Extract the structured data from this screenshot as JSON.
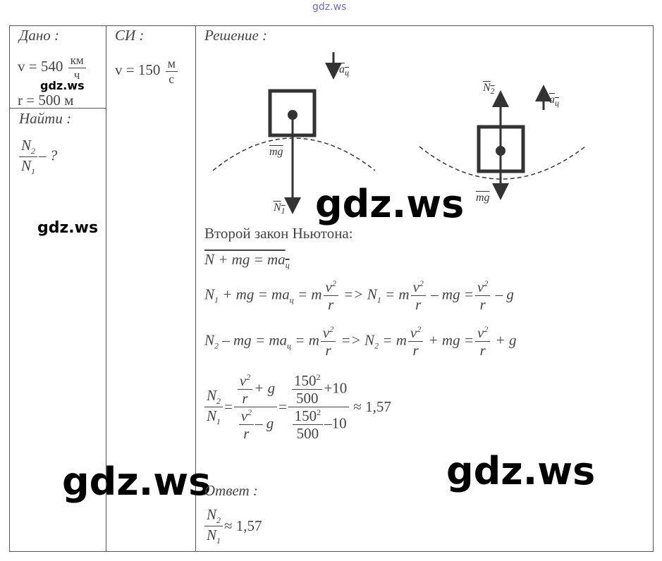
{
  "watermark": "gdz.ws",
  "given": {
    "title": "Дано :",
    "v_lhs": "v = 540",
    "v_num": "км",
    "v_den": "ч",
    "r": "r = 500 м"
  },
  "find": {
    "title": "Найти :",
    "num": "N",
    "num_sub": "2",
    "den": "N",
    "den_sub": "1",
    "tail": "– ?"
  },
  "si": {
    "title": "СИ :",
    "v_lhs": "v = 150",
    "num": "м",
    "den": "с"
  },
  "solution": {
    "title": "Решение :",
    "labels": {
      "a": "a",
      "a_sub": "ц",
      "mg": "mg",
      "N": "N",
      "sub1": "1",
      "sub2": "2"
    },
    "law": "Второй закон Ньютона:",
    "eq0": "N + mg = ma",
    "eq1": {
      "a": "N",
      "b": "+ mg = ma",
      "c": "= m",
      "d": "=> N",
      "e": "= m",
      "f": "– mg =",
      "g": "– g"
    },
    "eq2": {
      "a": "N",
      "b": "– mg = ma",
      "c": "= m",
      "d": "=> N",
      "e": "= m",
      "f": "+ mg =",
      "g": "+ g"
    },
    "v2": "v",
    "sq": "2",
    "r": "r",
    "ratio": {
      "plus_g": "+ g",
      "minus_g": "– g",
      "n150": "150",
      "n500": "500",
      "plus10": "+10",
      "minus10": "–10",
      "result": "≈ 1,57",
      "eq": "="
    },
    "answer_title": "Ответ :",
    "answer": "≈ 1,57"
  }
}
